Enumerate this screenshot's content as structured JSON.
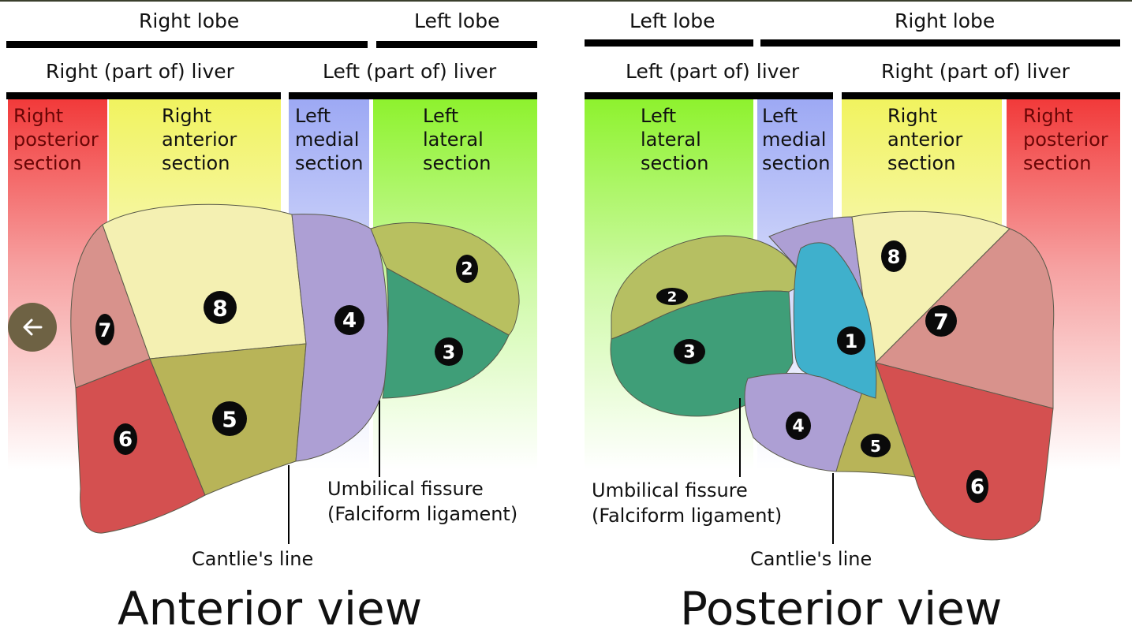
{
  "anterior": {
    "lobe_left": "Right lobe",
    "lobe_right": "Left lobe",
    "part_left": "Right (part of) liver",
    "part_right": "Left (part of) liver",
    "sections": [
      {
        "lines": [
          "Right",
          "posterior",
          "section"
        ]
      },
      {
        "lines": [
          "Right",
          "anterior",
          "section"
        ]
      },
      {
        "lines": [
          "Left",
          "medial",
          "section"
        ]
      },
      {
        "lines": [
          "Left",
          "lateral",
          "section"
        ]
      }
    ],
    "segments": [
      "7",
      "8",
      "4",
      "2",
      "3",
      "6",
      "5"
    ],
    "umbilical": [
      "Umbilical fissure",
      "(Falciform ligament)"
    ],
    "cantlie": "Cantlie's line",
    "title": "Anterior view"
  },
  "posterior": {
    "lobe_left": "Left lobe",
    "lobe_right": "Right lobe",
    "part_left": "Left (part of) liver",
    "part_right": "Right (part of) liver",
    "sections": [
      {
        "lines": [
          "Left",
          "lateral",
          "section"
        ]
      },
      {
        "lines": [
          "Left",
          "medial",
          "section"
        ]
      },
      {
        "lines": [
          "Right",
          "anterior",
          "section"
        ]
      },
      {
        "lines": [
          "Right",
          "posterior",
          "section"
        ]
      }
    ],
    "segments": [
      "2",
      "3",
      "8",
      "1",
      "7",
      "4",
      "5",
      "6"
    ],
    "umbilical": [
      "Umbilical fissure",
      "(Falciform ligament)"
    ],
    "cantlie": "Cantlie's line",
    "title": "Posterior view"
  },
  "colors": {
    "red": "#f23a3a",
    "yellow": "#f4f56a",
    "blue": "#a3aef5",
    "green": "#9af23e"
  },
  "back_button_icon": "arrow-left-icon"
}
